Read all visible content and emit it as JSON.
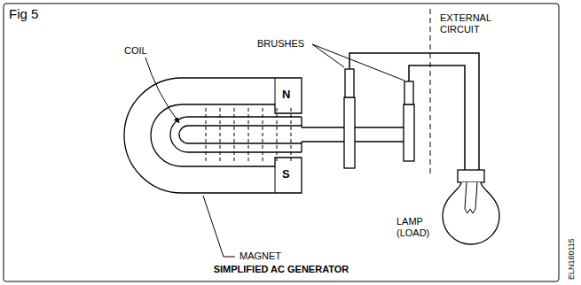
{
  "diagram": {
    "title": "Fig 5",
    "caption": "SIMPLIFIED AC GENERATOR",
    "labels": [
      "COIL",
      "BRUSHES",
      "N",
      "S",
      "EXTERNAL CIRCUIT",
      "MAGNET",
      "LAMP (LOAD)",
      "ELN160115"
    ]
  }
}
